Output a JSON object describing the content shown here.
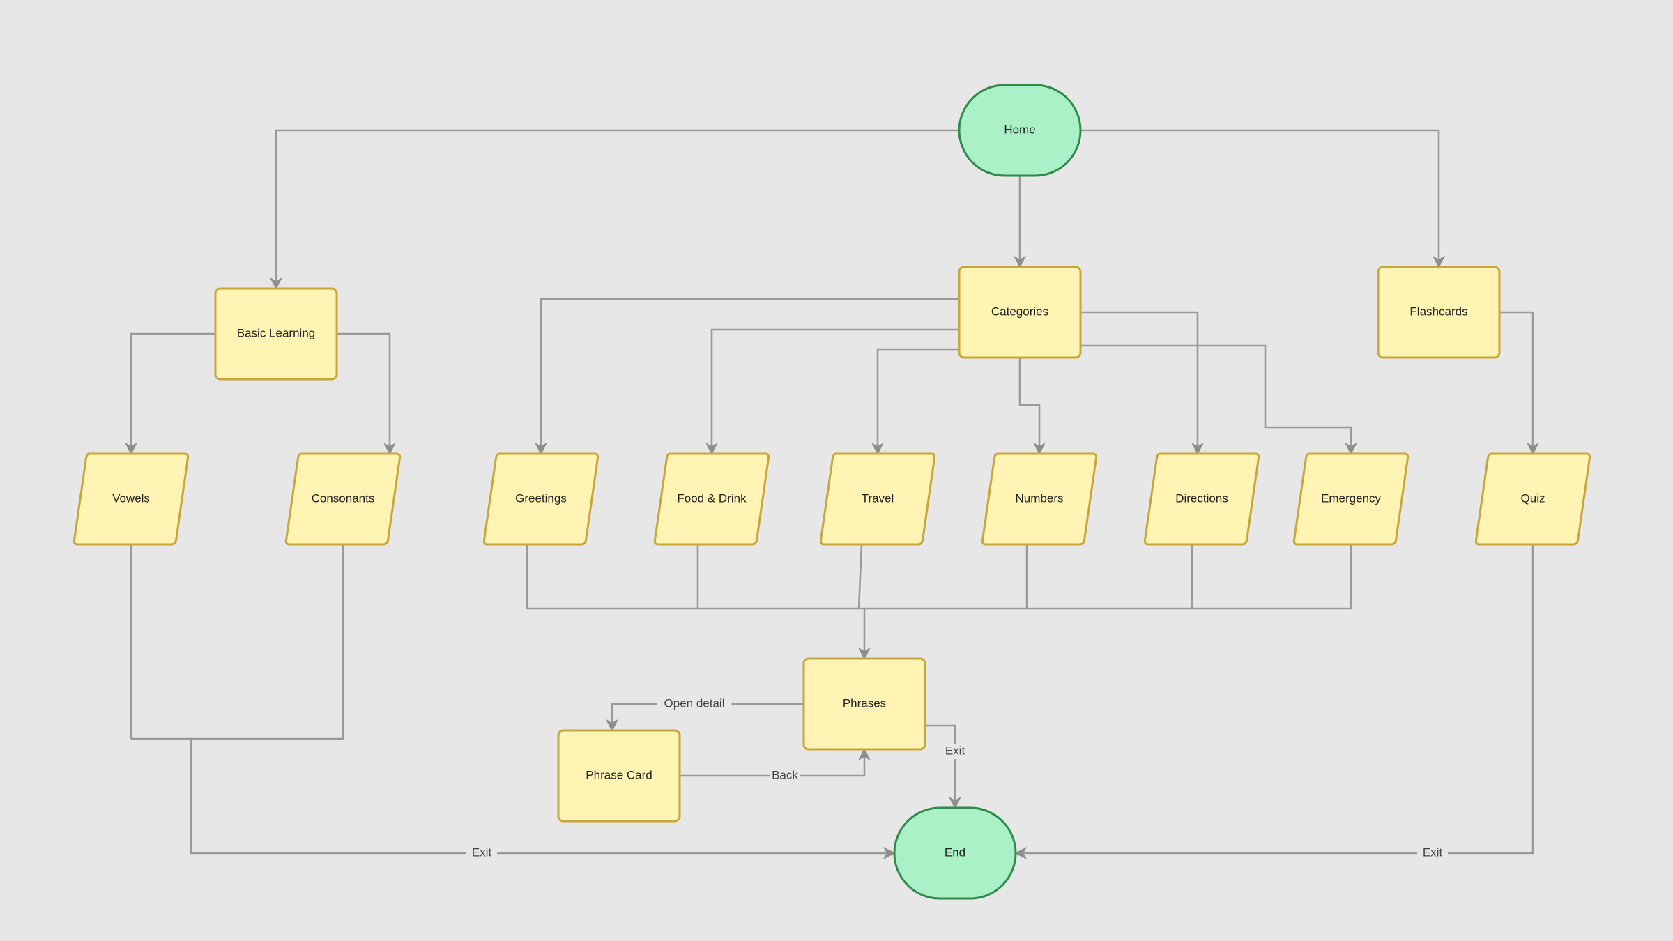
{
  "diagram": {
    "colors": {
      "background": "#e7e7e7",
      "terminal_fill": "#abf1c8",
      "terminal_stroke": "#2e8b4a",
      "process_fill": "#fff4b3",
      "process_stroke": "#c9a63a",
      "edge": "#9a9a9a"
    },
    "nodes": [
      {
        "id": "home",
        "label": "Home",
        "shape": "terminal"
      },
      {
        "id": "basic",
        "label": "Basic Learning",
        "shape": "process"
      },
      {
        "id": "categories",
        "label": "Categories",
        "shape": "process"
      },
      {
        "id": "flashcards",
        "label": "Flashcards",
        "shape": "process"
      },
      {
        "id": "vowels",
        "label": "Vowels",
        "shape": "data"
      },
      {
        "id": "consonants",
        "label": "Consonants",
        "shape": "data"
      },
      {
        "id": "greetings",
        "label": "Greetings",
        "shape": "data"
      },
      {
        "id": "food",
        "label": "Food & Drink",
        "shape": "data"
      },
      {
        "id": "travel",
        "label": "Travel",
        "shape": "data"
      },
      {
        "id": "numbers",
        "label": "Numbers",
        "shape": "data"
      },
      {
        "id": "directions",
        "label": "Directions",
        "shape": "data"
      },
      {
        "id": "emergency",
        "label": "Emergency",
        "shape": "data"
      },
      {
        "id": "quiz",
        "label": "Quiz",
        "shape": "data"
      },
      {
        "id": "phrases",
        "label": "Phrases",
        "shape": "process"
      },
      {
        "id": "phrasecard",
        "label": "Phrase Card",
        "shape": "process"
      },
      {
        "id": "end",
        "label": "End",
        "shape": "terminal"
      }
    ],
    "edges": [
      {
        "id": "home-basic",
        "from": "home",
        "to": "basic",
        "label": ""
      },
      {
        "id": "home-categories",
        "from": "home",
        "to": "categories",
        "label": ""
      },
      {
        "id": "home-flashcards",
        "from": "home",
        "to": "flashcards",
        "label": ""
      },
      {
        "id": "basic-vowels",
        "from": "basic",
        "to": "vowels",
        "label": ""
      },
      {
        "id": "basic-consonants",
        "from": "basic",
        "to": "consonants",
        "label": ""
      },
      {
        "id": "categories-greetings",
        "from": "categories",
        "to": "greetings",
        "label": ""
      },
      {
        "id": "categories-food",
        "from": "categories",
        "to": "food",
        "label": ""
      },
      {
        "id": "categories-travel",
        "from": "categories",
        "to": "travel",
        "label": ""
      },
      {
        "id": "categories-numbers",
        "from": "categories",
        "to": "numbers",
        "label": ""
      },
      {
        "id": "categories-directions",
        "from": "categories",
        "to": "directions",
        "label": ""
      },
      {
        "id": "categories-emergency",
        "from": "categories",
        "to": "emergency",
        "label": ""
      },
      {
        "id": "flashcards-quiz",
        "from": "flashcards",
        "to": "quiz",
        "label": ""
      },
      {
        "id": "categories-phrases",
        "from": "greetings",
        "to": "phrases",
        "label": ""
      },
      {
        "id": "phrases-phrasecard",
        "from": "phrases",
        "to": "phrasecard",
        "label": "Open detail"
      },
      {
        "id": "phrasecard-phrases",
        "from": "phrasecard",
        "to": "phrases",
        "label": "Back"
      },
      {
        "id": "phrases-end",
        "from": "phrases",
        "to": "end",
        "label": "Exit"
      },
      {
        "id": "basic-end",
        "from": "vowels",
        "to": "end",
        "label": "Exit"
      },
      {
        "id": "quiz-end",
        "from": "quiz",
        "to": "end",
        "label": "Exit"
      }
    ]
  }
}
